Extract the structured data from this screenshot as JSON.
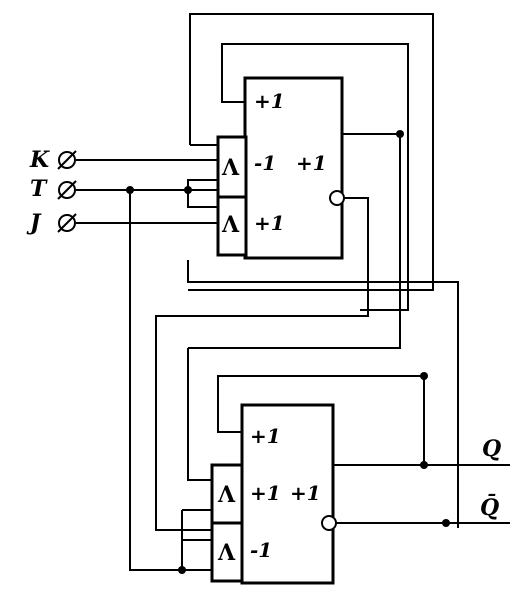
{
  "inputs": {
    "k": "K",
    "t": "T",
    "j": "J"
  },
  "outputs": {
    "q": "Q",
    "q_bar": "Q̄"
  },
  "upper_trigger": {
    "gate_top": "Λ",
    "gate_bottom": "Λ",
    "in_top": "+1",
    "in_mid": "-1",
    "in_low": "+1",
    "out_label": "+1"
  },
  "lower_trigger": {
    "gate_top": "Λ",
    "gate_bottom": "Λ",
    "in_top": "+1",
    "in_mid": "+1",
    "in_low": "-1",
    "out_label": "+1"
  }
}
